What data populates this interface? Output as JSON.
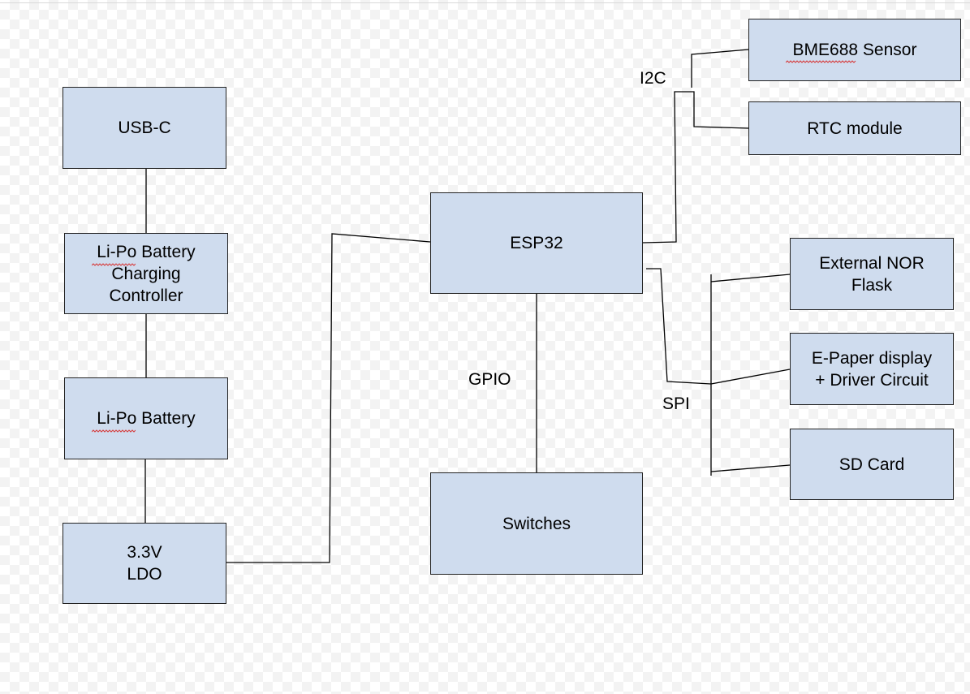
{
  "blocks": {
    "usb_c": "USB-C",
    "charger": "Li-Po Battery\nCharging\nController",
    "battery": "Li-Po Battery",
    "ldo": "3.3V\nLDO",
    "esp32": "ESP32",
    "switches": "Switches",
    "bme688": "BME688 Sensor",
    "rtc": "RTC module",
    "nor_flash": "External NOR\nFlask",
    "epaper": "E-Paper display\n+ Driver Circuit",
    "sd_card": "SD  Card"
  },
  "buses": {
    "i2c": "I2C",
    "gpio": "GPIO",
    "spi": "SPI"
  },
  "colors": {
    "block_fill": "#cfdcee",
    "block_border": "#222222",
    "wire": "#000000",
    "spellcheck": "#d63a3a"
  }
}
